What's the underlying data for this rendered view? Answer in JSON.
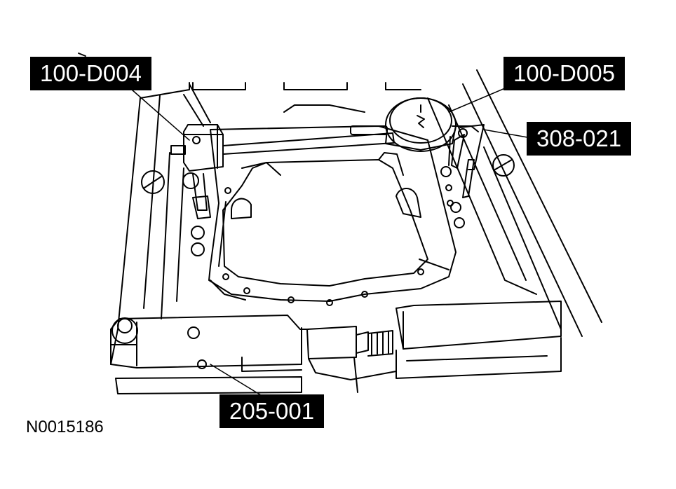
{
  "figure": {
    "id": "N0015186",
    "callouts": [
      {
        "label": "100-D004"
      },
      {
        "label": "100-D005"
      },
      {
        "label": "308-021"
      },
      {
        "label": "205-001"
      }
    ]
  },
  "colors": {
    "ink": "#000000",
    "paper": "#ffffff",
    "callout_bg": "#000000",
    "callout_text": "#ffffff"
  }
}
